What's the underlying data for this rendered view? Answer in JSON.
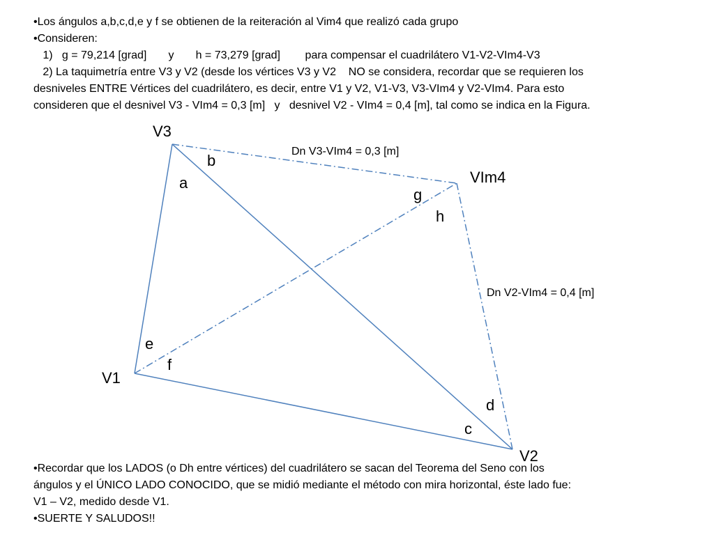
{
  "top_notes": [
    "•Los ángulos a,b,c,d,e y f se obtienen de la reiteración al Vim4 que realizó cada grupo",
    "•Consideren:",
    "   1)   g = 79,214 [grad]       y       h = 73,279 [grad]        para compensar el cuadrilátero V1-V2-VIm4-V3",
    "   2) La taquimetría entre V3 y V2 (desde los vértices V3 y V2    NO se considera, recordar que se requieren los",
    "desniveles ENTRE Vértices del cuadrilátero, es decir, entre V1 y V2, V1-V3, V3-VIm4 y V2-VIm4. Para esto",
    "consideren que el desnivel V3 - VIm4 = 0,3 [m]   y   desnivel V2 - VIm4 = 0,4 [m], tal como se indica en la Figura."
  ],
  "diagram": {
    "vertices": {
      "v3": "V3",
      "vim4": "VIm4",
      "v1": "V1",
      "v2": "V2"
    },
    "angles": {
      "a": "a",
      "b": "b",
      "c": "c",
      "d": "d",
      "e": "e",
      "f": "f",
      "g": "g",
      "h": "h"
    },
    "dn_labels": {
      "v3_vim4": "Dn V3-VIm4 = 0,3 [m]",
      "v2_vim4": "Dn V2-VIm4 = 0,4 [m]"
    },
    "line_color": "#4f81bd"
  },
  "bottom_notes": [
    "•Recordar que los LADOS (o Dh entre vértices) del cuadrilátero se sacan del Teorema del Seno con los",
    "ángulos y el ÚNICO LADO CONOCIDO, que se midió mediante el método con mira horizontal, éste lado fue:",
    "V1 – V2, medido desde V1.",
    "•SUERTE Y SALUDOS!!"
  ]
}
